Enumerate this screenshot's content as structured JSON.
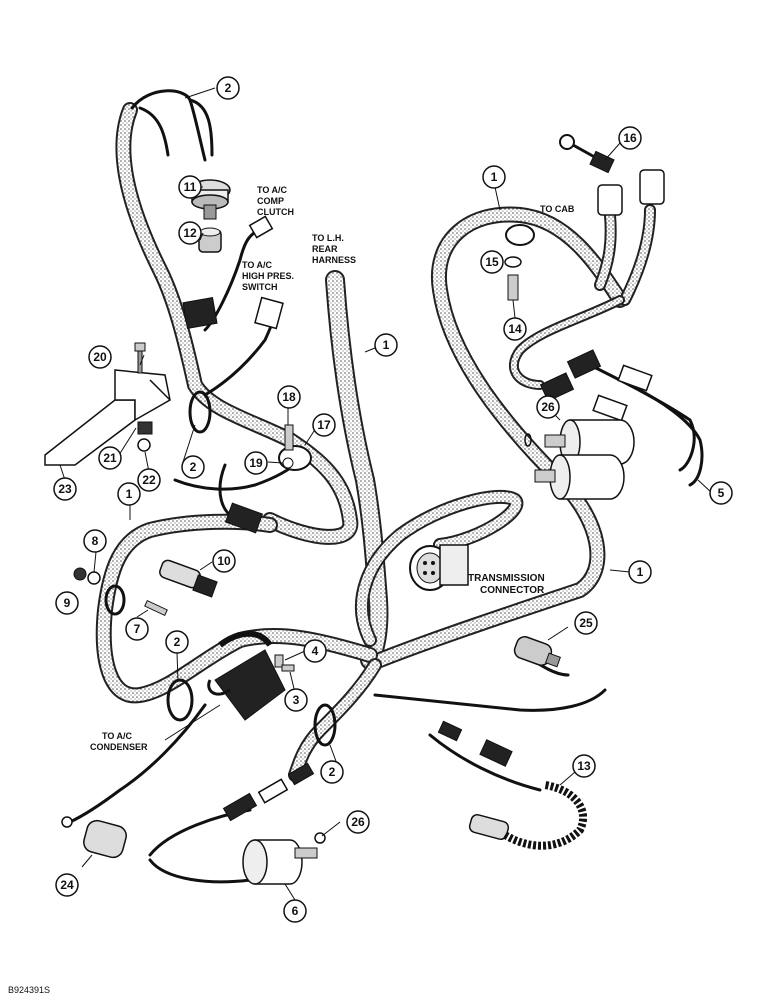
{
  "labels": {
    "to_ac_comp_clutch": [
      "TO A/C",
      "COMP",
      "CLUTCH"
    ],
    "to_ac_high_pres_switch": [
      "TO A/C",
      "HIGH PRES.",
      "SWITCH"
    ],
    "to_lh_rear_harness": [
      "TO L.H.",
      "REAR",
      "HARNESS"
    ],
    "to_cab": "TO CAB",
    "transmission_connector": [
      "TRANSMISSION",
      "CONNECTOR"
    ],
    "to_ac_condenser": [
      "TO A/C",
      "CONDENSER"
    ]
  },
  "figure_code": "B924391S",
  "callouts": {
    "c1a": "1",
    "c1b": "1",
    "c1c": "1",
    "c1d": "1",
    "c2a": "2",
    "c2b": "2",
    "c2c": "2",
    "c2d": "2",
    "c3": "3",
    "c4": "4",
    "c5": "5",
    "c6": "6",
    "c7": "7",
    "c8": "8",
    "c9": "9",
    "c10": "10",
    "c11": "11",
    "c12": "12",
    "c13": "13",
    "c14": "14",
    "c15": "15",
    "c16": "16",
    "c17": "17",
    "c18": "18",
    "c19": "19",
    "c20": "20",
    "c21": "21",
    "c22": "22",
    "c23": "23",
    "c24": "24",
    "c25": "25",
    "c26a": "26",
    "c26b": "26"
  }
}
